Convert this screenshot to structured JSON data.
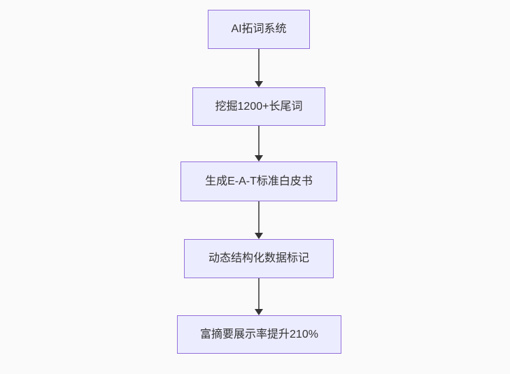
{
  "diagram": {
    "type": "flowchart",
    "direction": "top-down",
    "nodes": [
      {
        "id": "n1",
        "label": "AI拓词系统"
      },
      {
        "id": "n2",
        "label": "挖掘1200+长尾词"
      },
      {
        "id": "n3",
        "label": "生成E-A-T标准白皮书"
      },
      {
        "id": "n4",
        "label": "动态结构化数据标记"
      },
      {
        "id": "n5",
        "label": "富摘要展示率提升210%"
      }
    ],
    "edges": [
      {
        "from": "n1",
        "to": "n2"
      },
      {
        "from": "n2",
        "to": "n3"
      },
      {
        "from": "n3",
        "to": "n4"
      },
      {
        "from": "n4",
        "to": "n5"
      }
    ],
    "colors": {
      "background": "#fafafa",
      "node_fill": "#ECECFF",
      "node_border": "#9370DB",
      "text": "#333333",
      "arrow_line": "#666666",
      "arrow_head": "#333333"
    }
  }
}
